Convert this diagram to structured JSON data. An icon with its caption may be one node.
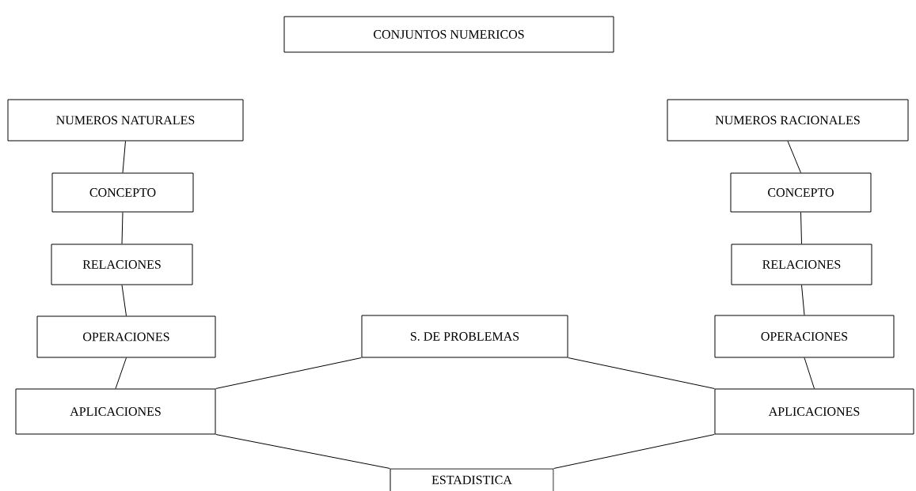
{
  "diagram": {
    "nodes": [
      {
        "text": [
          "CONJUNTOS NUMERICOS"
        ]
      },
      {
        "text": [
          "NUMEROS NATURALES"
        ]
      },
      {
        "text": [
          "NUMEROS RACIONALES"
        ]
      },
      {
        "text": [
          "CONCEPTO"
        ]
      },
      {
        "text": [
          "CONCEPTO"
        ]
      },
      {
        "text": [
          "RELACIONES"
        ]
      },
      {
        "text": [
          "RELACIONES"
        ]
      },
      {
        "text": [
          "OPERACIONES"
        ]
      },
      {
        "text": [
          "S. DE PROBLEMAS"
        ]
      },
      {
        "text": [
          "OPERACIONES"
        ]
      },
      {
        "text": [
          "APLICACIONES"
        ]
      },
      {
        "text": [
          "APLICACIONES"
        ]
      },
      {
        "text": [
          "ESTADISTICA"
        ]
      }
    ],
    "edges": [
      {
        "from": 1,
        "to": 3,
        "arrow": "none"
      },
      {
        "from": 3,
        "to": 5,
        "arrow": "none"
      },
      {
        "from": 5,
        "to": 7,
        "arrow": "none"
      },
      {
        "from": 7,
        "to": 10,
        "arrow": "none"
      },
      {
        "from": 2,
        "to": 4,
        "arrow": "none"
      },
      {
        "from": 4,
        "to": 6,
        "arrow": "none"
      },
      {
        "from": 6,
        "to": 9,
        "arrow": "none"
      },
      {
        "from": 9,
        "to": 11,
        "arrow": "none"
      },
      {
        "from": 10,
        "to": 8,
        "arrow": "none"
      },
      {
        "from": 8,
        "to": 11,
        "arrow": "none"
      },
      {
        "from": 10,
        "to": 12,
        "arrow": "none"
      },
      {
        "from": 12,
        "to": 11,
        "arrow": "none"
      }
    ]
  }
}
